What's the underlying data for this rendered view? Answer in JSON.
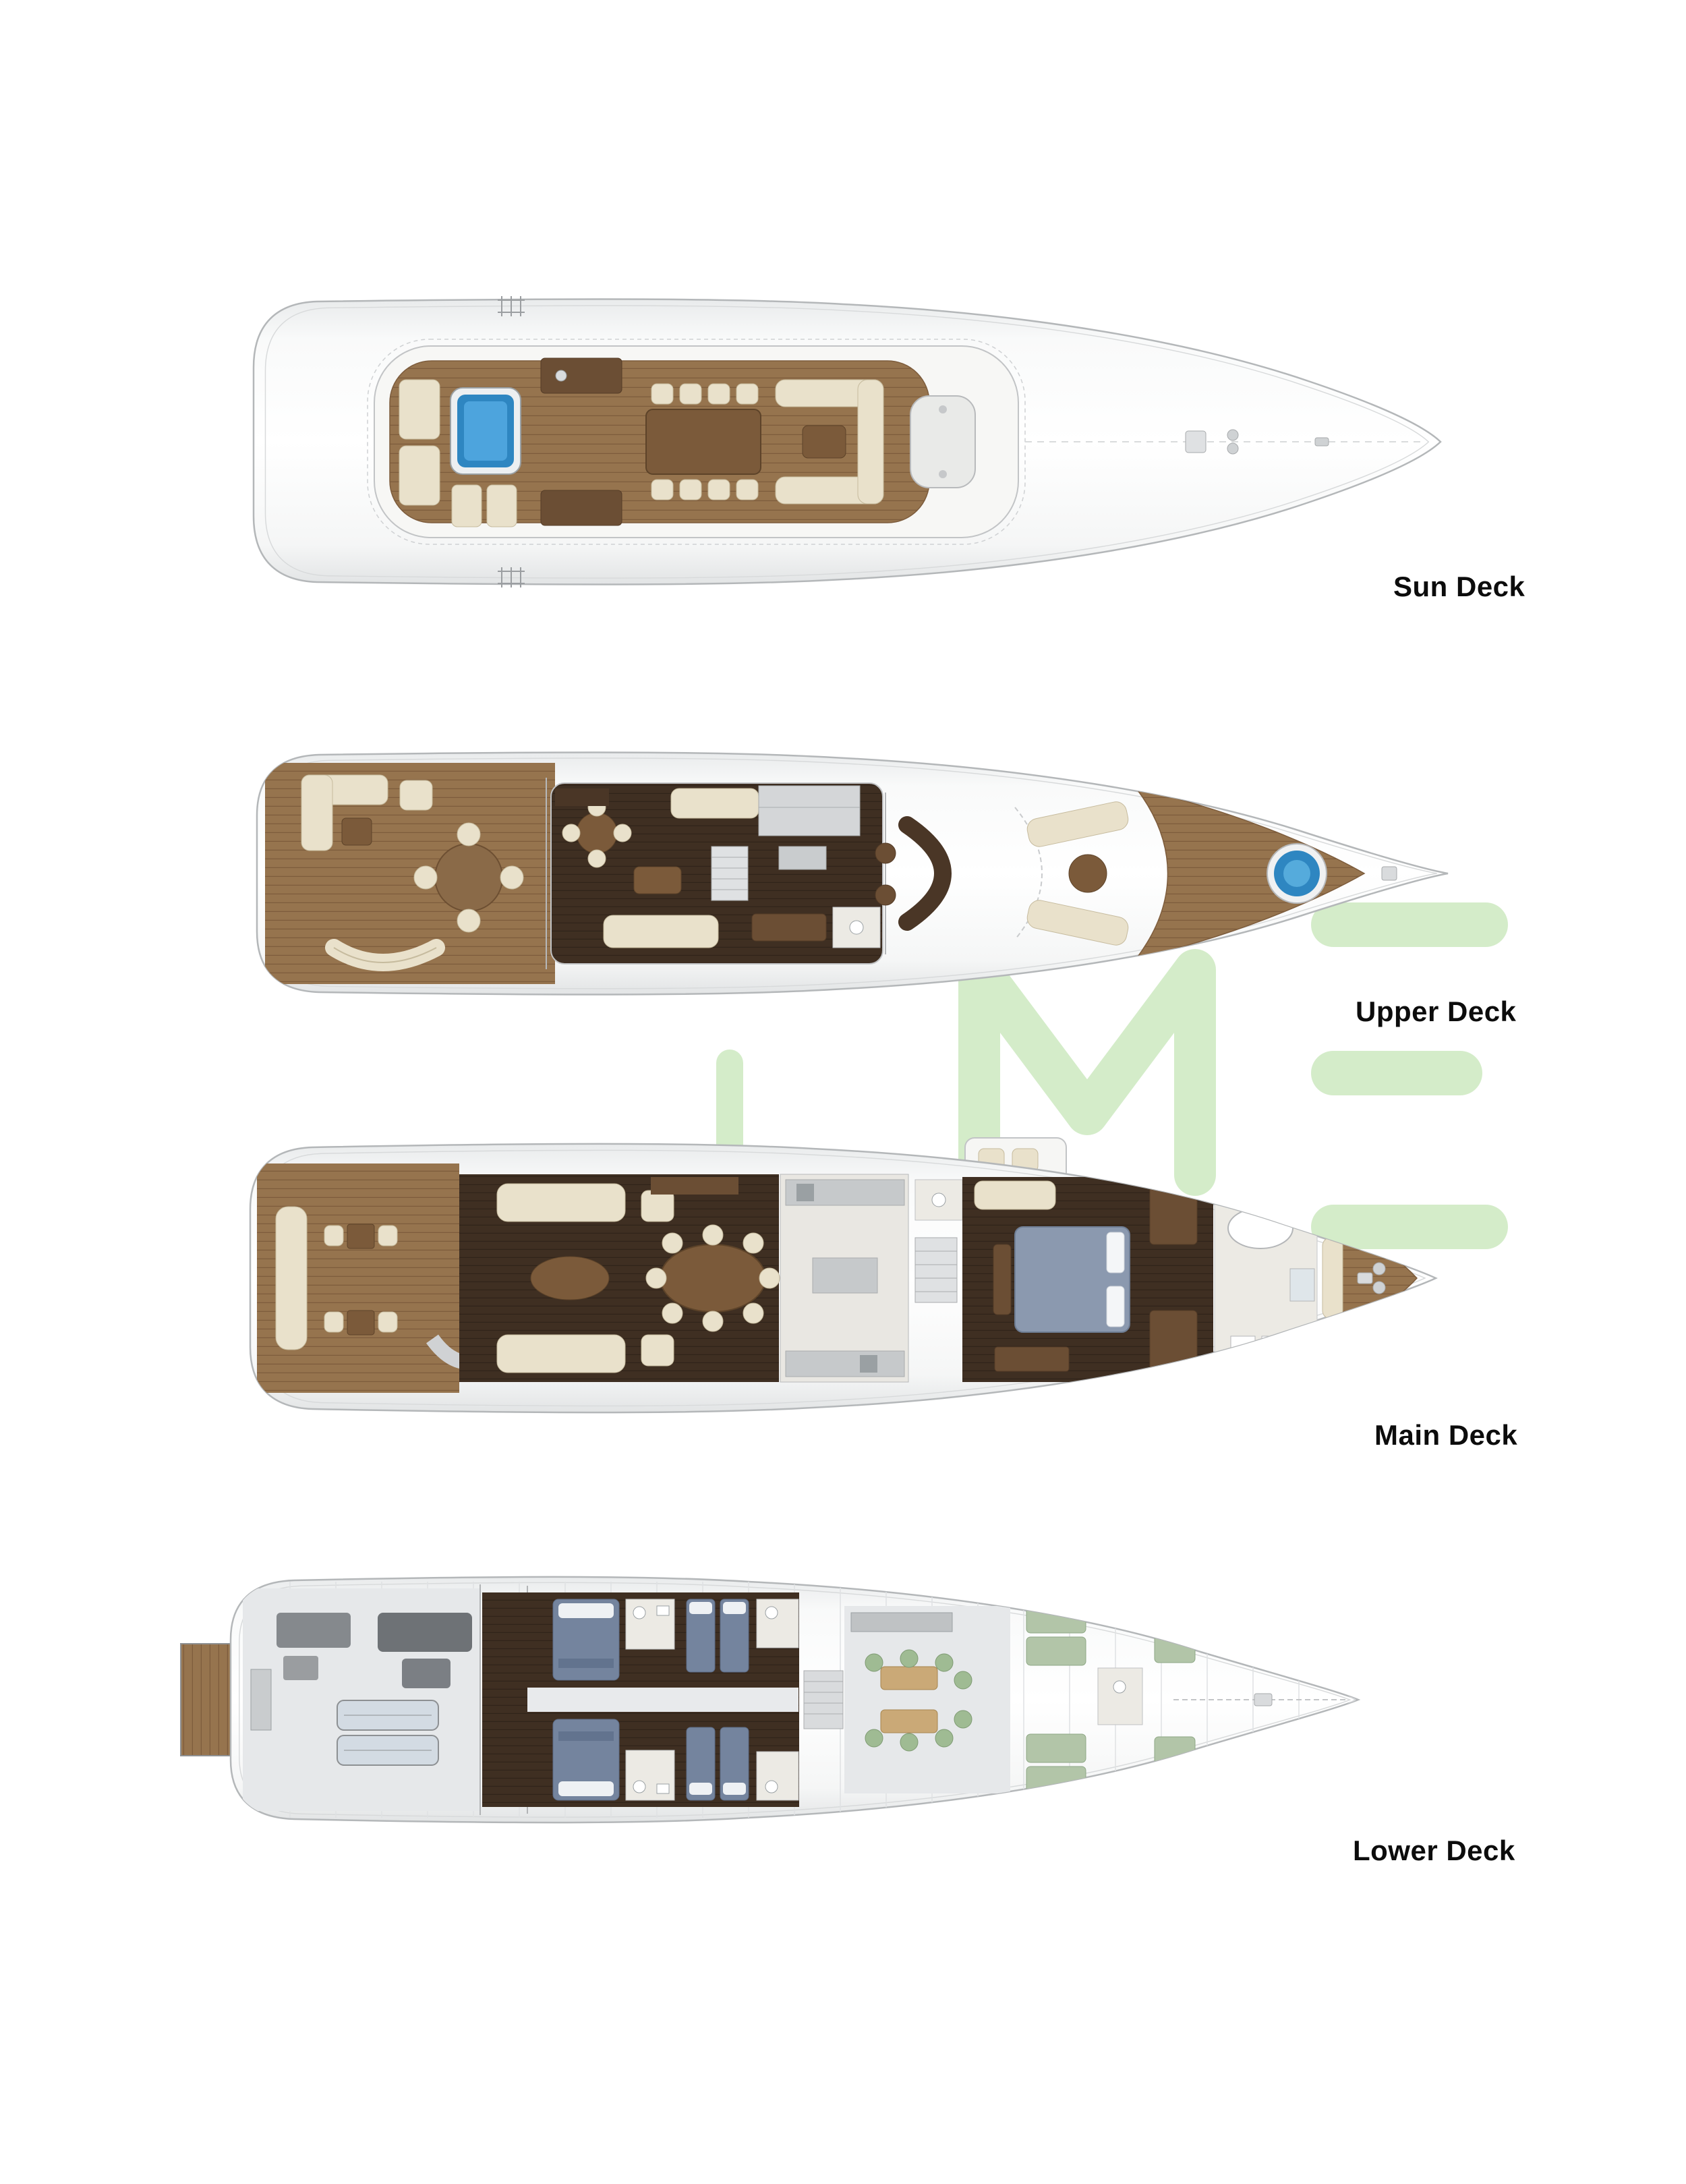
{
  "page": {
    "background": "#ffffff",
    "kind": "yacht-deck-plan-sheet"
  },
  "watermark": {
    "letters": "IME",
    "color": "#cfeac3"
  },
  "decks": [
    {
      "id": "sun-deck",
      "label": "Sun Deck",
      "features": [
        "jacuzzi",
        "sun-pads",
        "loungers",
        "wet-bar",
        "al-fresco-dining-table",
        "u-shaped-lounge",
        "mast",
        "windlass"
      ]
    },
    {
      "id": "upper-deck",
      "label": "Upper Deck",
      "features": [
        "aft-lounge-sofa",
        "round-dining-table",
        "skylounge",
        "game-table",
        "pantry",
        "wheelhouse",
        "forward-settees",
        "spa-tub",
        "teak-foredeck"
      ]
    },
    {
      "id": "main-deck",
      "label": "Main Deck",
      "features": [
        "transom-bench",
        "aft-deck-tables",
        "main-salon-sofas",
        "formal-dining-table",
        "galley",
        "stairs",
        "owners-stateroom-bed",
        "private-balcony",
        "en-suite-bathroom",
        "foredeck"
      ]
    },
    {
      "id": "lower-deck",
      "label": "Lower Deck",
      "features": [
        "swim-platform",
        "tender-garage",
        "engine-room",
        "double-guest-cabins",
        "twin-guest-cabins",
        "guest-bathrooms",
        "crew-mess",
        "crew-bunks",
        "chain-locker"
      ]
    }
  ],
  "colors": {
    "hull_outline": "#b4b7b9",
    "teak_deck": "#96744e",
    "dark_wood_floor": "#3f2f22",
    "furniture_cream": "#e9e1cb",
    "furniture_wood": "#7b5a3a",
    "pool_blue": "#2e86c1",
    "bed_blue": "#74849e",
    "crew_green": "#9fbb93",
    "marble": "#eceae4",
    "label_text": "#0c0c0c"
  }
}
